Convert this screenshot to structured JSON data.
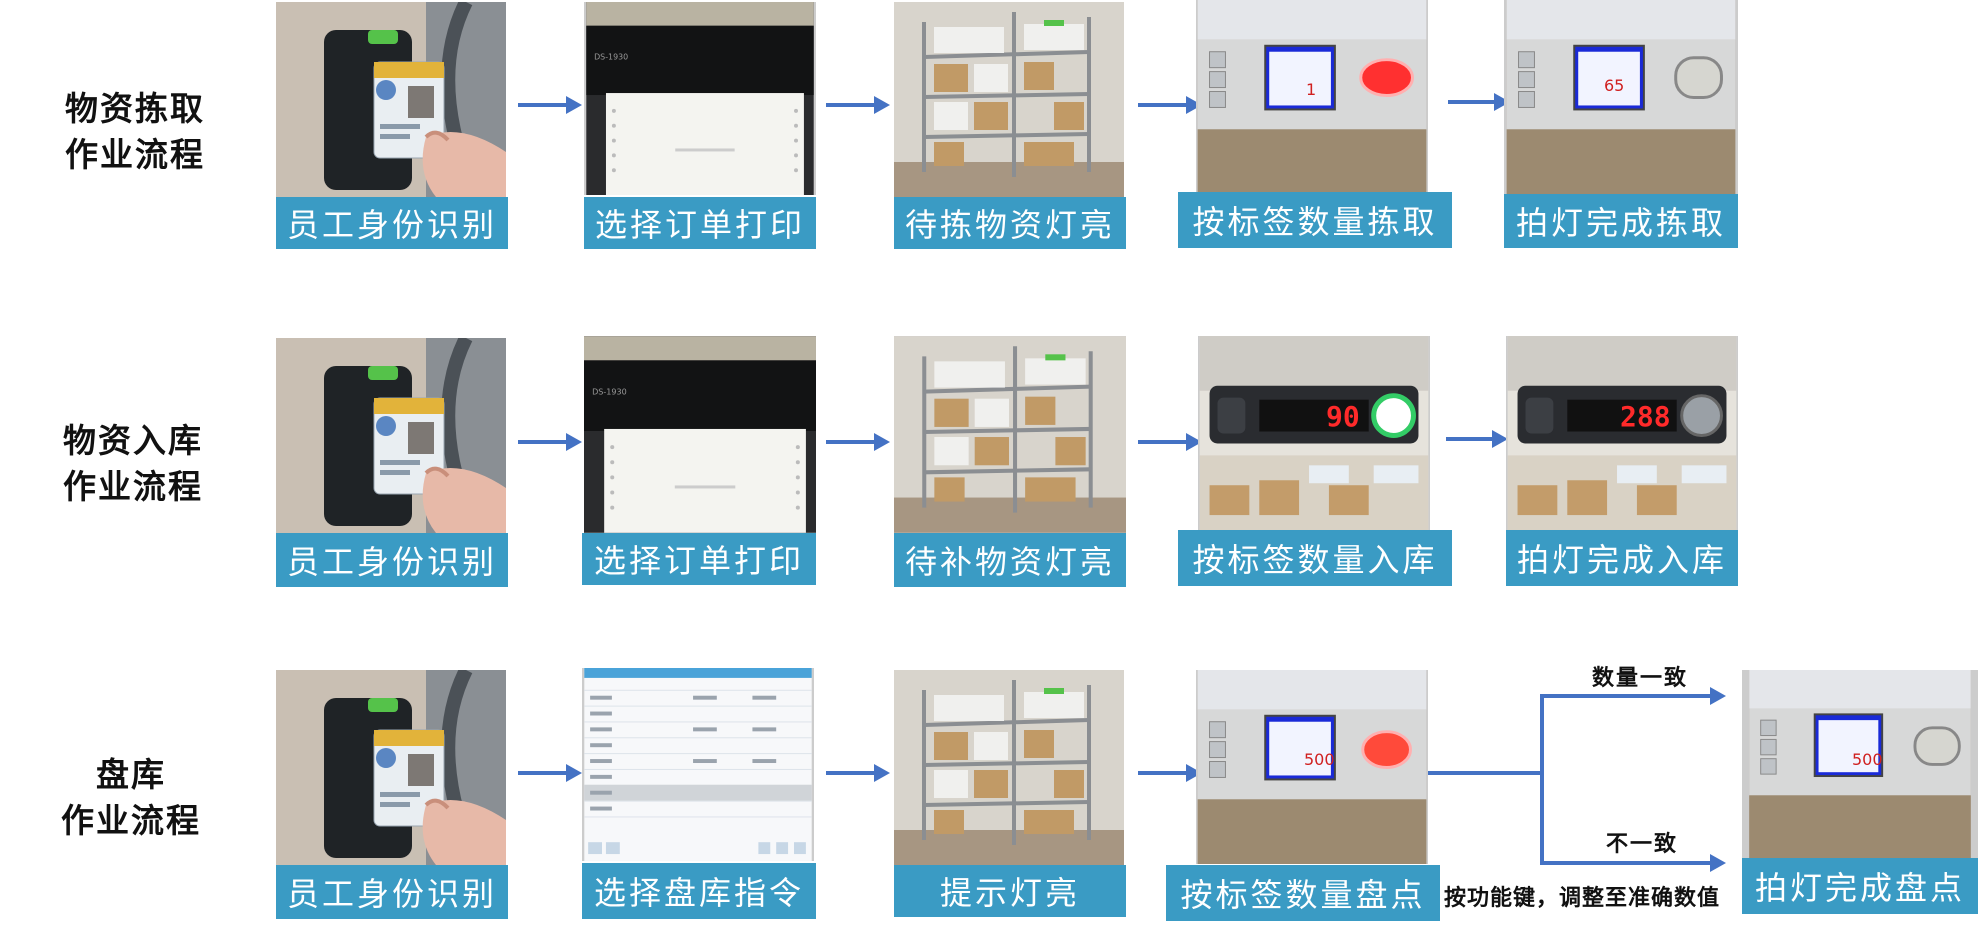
{
  "rows": [
    {
      "title_line1": "物资拣取",
      "title_line2": "作业流程",
      "steps": [
        {
          "caption": "员工身份识别",
          "photo": "card-reader"
        },
        {
          "caption": "选择订单打印",
          "photo": "printer"
        },
        {
          "caption": "待拣物资灯亮",
          "photo": "warehouse-shelves"
        },
        {
          "caption": "按标签数量拣取",
          "photo": "label-display-red-button",
          "display": "1"
        },
        {
          "caption": "拍灯完成拣取",
          "photo": "label-display-white-button",
          "display": "65"
        }
      ]
    },
    {
      "title_line1": "物资入库",
      "title_line2": "作业流程",
      "steps": [
        {
          "caption": "员工身份识别",
          "photo": "card-reader"
        },
        {
          "caption": "选择订单打印",
          "photo": "printer"
        },
        {
          "caption": "待补物资灯亮",
          "photo": "warehouse-shelves"
        },
        {
          "caption": "按标签数量入库",
          "photo": "led-counter-green",
          "display": "90"
        },
        {
          "caption": "拍灯完成入库",
          "photo": "led-counter-red",
          "display": "288"
        }
      ]
    },
    {
      "title_line1": "盘库",
      "title_line2": "作业流程",
      "steps": [
        {
          "caption": "员工身份识别",
          "photo": "card-reader"
        },
        {
          "caption": "选择盘库指令",
          "photo": "inventory-screen"
        },
        {
          "caption": "提示灯亮",
          "photo": "warehouse-shelves"
        },
        {
          "caption": "按标签数量盘点",
          "photo": "label-display-red-button",
          "display": "500"
        },
        {
          "caption": "拍灯完成盘点",
          "photo": "label-display-white-button",
          "display": "500"
        }
      ]
    }
  ],
  "branch": {
    "top_label": "数量一致",
    "bottom_label": "不一致",
    "note": "按功能键，调整至准确数值"
  },
  "colors": {
    "caption_bg": "#3a9bc4",
    "arrow": "#4472c4",
    "led_red": "#ff2a2a",
    "led_green": "#33cc66"
  }
}
